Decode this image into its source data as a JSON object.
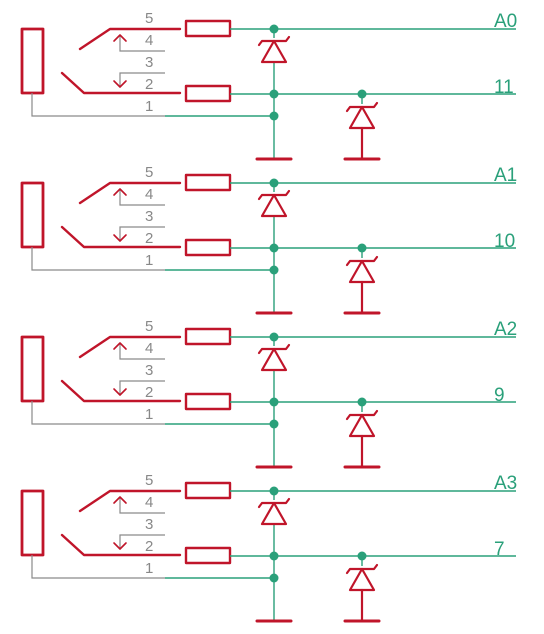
{
  "colors": {
    "symbol": "#c0152a",
    "net": "#2aa07a",
    "pin_text": "#888888",
    "background": "#ffffff"
  },
  "blocks": [
    {
      "pin_labels": [
        "5",
        "4",
        "3",
        "2",
        "1"
      ],
      "net_top": "A0",
      "net_bottom": "11"
    },
    {
      "pin_labels": [
        "5",
        "4",
        "3",
        "2",
        "1"
      ],
      "net_top": "A1",
      "net_bottom": "10"
    },
    {
      "pin_labels": [
        "5",
        "4",
        "3",
        "2",
        "1"
      ],
      "net_top": "A2",
      "net_bottom": "9"
    },
    {
      "pin_labels": [
        "5",
        "4",
        "3",
        "2",
        "1"
      ],
      "net_top": "A3",
      "net_bottom": "7"
    }
  ]
}
